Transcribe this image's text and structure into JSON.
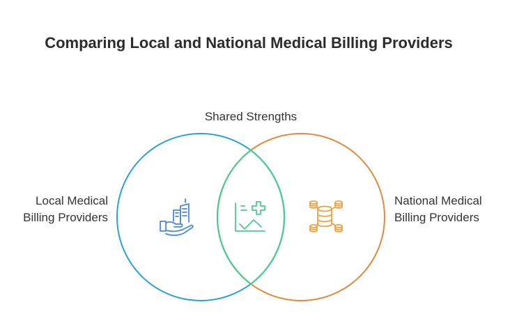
{
  "title": "Comparing Local and National Medical Billing Providers",
  "sets": {
    "left": {
      "label": "Local Medical Billing Providers",
      "icon": "hand-holding-buildings-icon",
      "color": "#2aa3d1"
    },
    "right": {
      "label": "National Medical Billing Providers",
      "icon": "database-network-icon",
      "color": "#e08a3c"
    },
    "intersection": {
      "label": "Shared Strengths",
      "icon": "medical-chart-icon",
      "color": "#4ccb8f"
    }
  },
  "icon_colors": {
    "left": "#4a86e8",
    "intersection": "#4ccb8f",
    "right": "#f0a040"
  }
}
